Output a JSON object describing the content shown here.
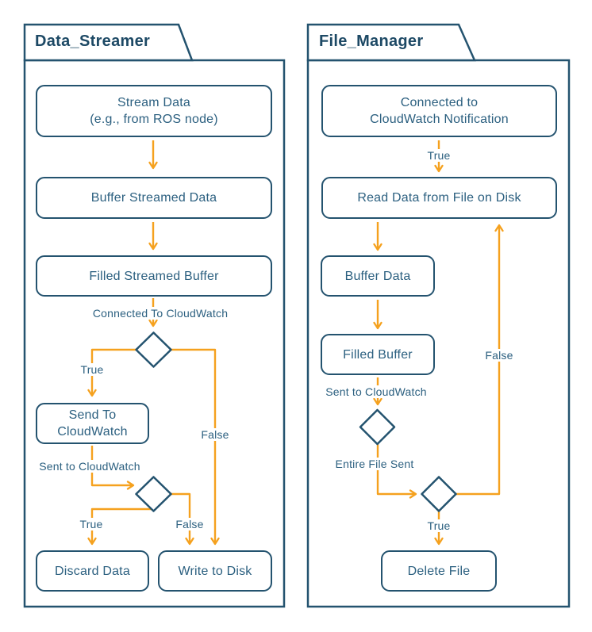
{
  "diagram": {
    "colors": {
      "outline_blue": "#24536F",
      "text_blue": "#2C6080",
      "title_blue": "#1D4965",
      "arrow_orange": "#F5A11E",
      "background": "#FFFFFF"
    },
    "left": {
      "title": "Data_Streamer",
      "nodes": {
        "stream_data": {
          "line1": "Stream Data",
          "line2": "(e.g., from ROS node)"
        },
        "buffer_streamed": {
          "line1": "Buffer Streamed Data"
        },
        "filled_streamed": {
          "line1": "Filled Streamed Buffer"
        },
        "send_cloudwatch": {
          "line1": "Send To",
          "line2": "CloudWatch"
        },
        "discard_data": {
          "line1": "Discard Data"
        },
        "write_disk": {
          "line1": "Write to Disk"
        }
      },
      "labels": {
        "connected_to_cloudwatch": "Connected To CloudWatch",
        "true_branch": "True",
        "false_branch": "False",
        "sent_to_cloudwatch": "Sent to CloudWatch",
        "true_branch2": "True",
        "false_branch2": "False"
      }
    },
    "right": {
      "title": "File_Manager",
      "nodes": {
        "connected_notification": {
          "line1": "Connected to",
          "line2": "CloudWatch Notification"
        },
        "read_data": {
          "line1": "Read Data from File on Disk"
        },
        "buffer_data": {
          "line1": "Buffer Data"
        },
        "filled_buffer": {
          "line1": "Filled Buffer"
        },
        "delete_file": {
          "line1": "Delete File"
        }
      },
      "labels": {
        "true_in": "True",
        "sent_to_cloudwatch": "Sent to CloudWatch",
        "entire_file_sent": "Entire File Sent",
        "false_loop": "False",
        "true_out": "True"
      }
    }
  }
}
